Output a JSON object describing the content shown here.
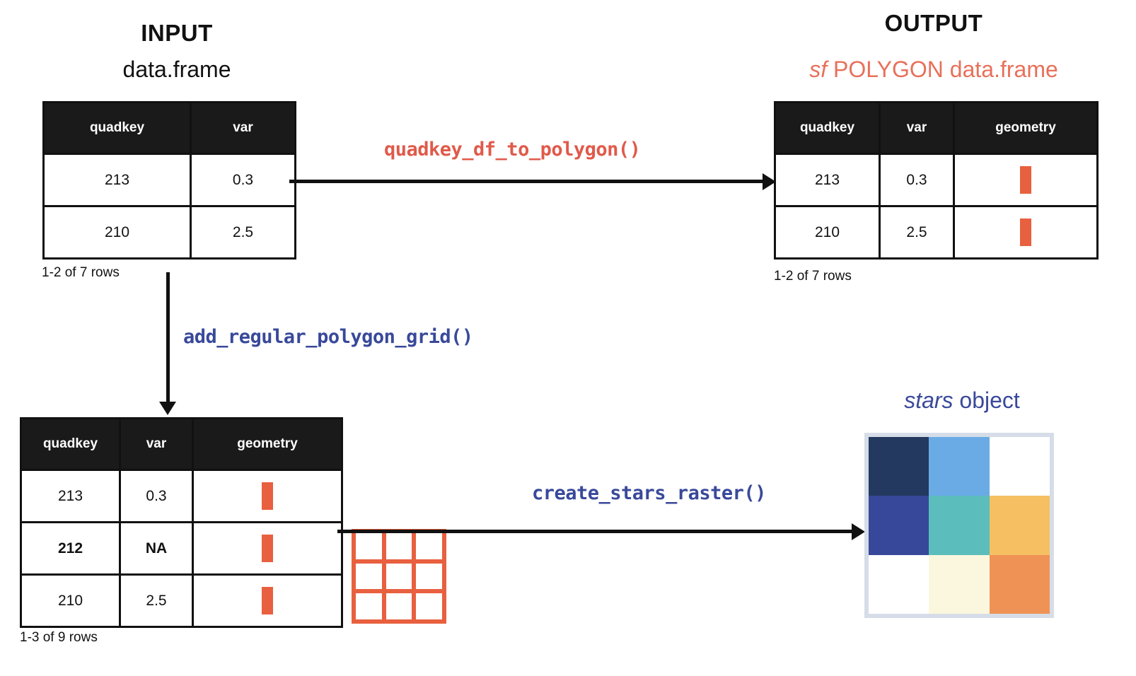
{
  "input": {
    "title": "INPUT",
    "subtitle": "data.frame",
    "table": {
      "columns": [
        "quadkey",
        "var"
      ],
      "rows": [
        {
          "cells": [
            "213",
            "0.3"
          ],
          "bold": false
        },
        {
          "cells": [
            "210",
            "2.5"
          ],
          "bold": false
        }
      ]
    },
    "rowcount": "1-2 of 7 rows"
  },
  "output": {
    "title": "OUTPUT",
    "subtitle_italic": "sf",
    "subtitle_rest": " POLYGON data.frame",
    "table": {
      "columns": [
        "quadkey",
        "var",
        "geometry"
      ],
      "rows": [
        {
          "cells": [
            "213",
            "0.3"
          ],
          "geometry": "polygon-square-icon",
          "bold": false
        },
        {
          "cells": [
            "210",
            "2.5"
          ],
          "geometry": "polygon-square-icon",
          "bold": false
        }
      ]
    },
    "rowcount": "1-2 of 7 rows"
  },
  "grid_table": {
    "table": {
      "columns": [
        "quadkey",
        "var",
        "geometry"
      ],
      "rows": [
        {
          "cells": [
            "213",
            "0.3"
          ],
          "geometry": "polygon-square-icon",
          "bold": false
        },
        {
          "cells": [
            "212",
            "NA"
          ],
          "geometry": "polygon-square-icon",
          "bold": true
        },
        {
          "cells": [
            "210",
            "2.5"
          ],
          "geometry": "polygon-square-icon",
          "bold": false
        }
      ]
    },
    "rowcount": "1-3 of 9 rows"
  },
  "functions": {
    "quadkey_df_to_polygon": "quadkey_df_to_polygon()",
    "add_regular_polygon_grid": "add_regular_polygon_grid()",
    "create_stars_raster": "create_stars_raster()"
  },
  "stars": {
    "label_italic": "stars",
    "label_rest": " object",
    "raster_cells": [
      "#23395f",
      "#6aabe6",
      "#ffffff",
      "#37479a",
      "#5cbdbd",
      "#f5bf62",
      "#ffffff",
      "#fbf7de",
      "#ef9256"
    ]
  },
  "grid_glyph": {
    "name": "regular-polygon-grid-icon",
    "rows": 3,
    "cols": 3
  },
  "colors": {
    "accent_red": "#e8603f",
    "accent_red_text": "#e05a4a",
    "accent_blue": "#39499a",
    "header_black": "#1a1a1a",
    "salmon": "#e8705a"
  }
}
